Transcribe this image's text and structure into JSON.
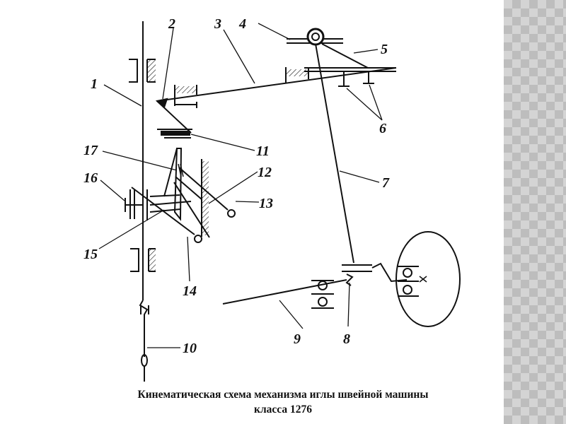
{
  "diagram": {
    "labels": [
      "1",
      "2",
      "3",
      "4",
      "5",
      "6",
      "7",
      "8",
      "9",
      "10",
      "11",
      "12",
      "13",
      "14",
      "15",
      "16",
      "17"
    ]
  },
  "caption": {
    "line1": "Кинематическая схема механизма иглы швейной машины",
    "line2": "класса 1276"
  }
}
